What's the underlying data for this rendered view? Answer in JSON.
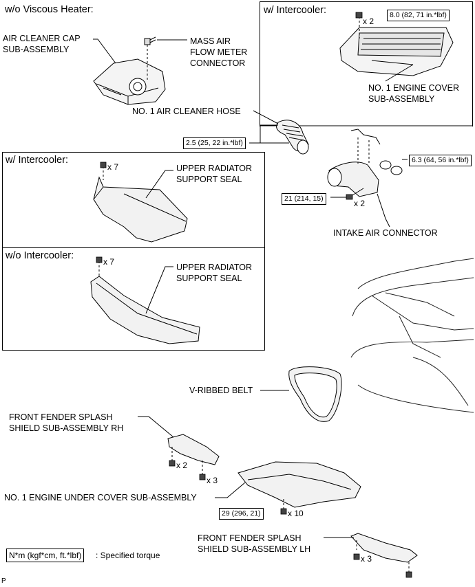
{
  "headers": {
    "wo_viscous_heater": "w/o Viscous Heater:",
    "w_intercooler_top": "w/ Intercooler:",
    "w_intercooler_panel": "w/ Intercooler:",
    "wo_intercooler_panel": "w/o Intercooler:"
  },
  "labels": {
    "air_cleaner_cap_1": "AIR CLEANER CAP",
    "air_cleaner_cap_2": "SUB-ASSEMBLY",
    "mass_air_1": "MASS AIR",
    "mass_air_2": "FLOW METER",
    "mass_air_3": "CONNECTOR",
    "engine_cover_1": "NO. 1 ENGINE COVER",
    "engine_cover_2": "SUB-ASSEMBLY",
    "air_cleaner_hose": "NO. 1 AIR CLEANER HOSE",
    "upper_rad_seal_a1": "UPPER RADIATOR",
    "upper_rad_seal_a2": "SUPPORT SEAL",
    "upper_rad_seal_b1": "UPPER RADIATOR",
    "upper_rad_seal_b2": "SUPPORT SEAL",
    "intake_air_connector": "INTAKE AIR CONNECTOR",
    "v_ribbed_belt": "V-RIBBED BELT",
    "fender_rh_1": "FRONT FENDER SPLASH",
    "fender_rh_2": "SHIELD SUB-ASSEMBLY RH",
    "under_cover": "NO. 1 ENGINE UNDER COVER SUB-ASSEMBLY",
    "fender_lh_1": "FRONT FENDER SPLASH",
    "fender_lh_2": "SHIELD SUB-ASSEMBLY LH",
    "legend_text": ": Specified torque",
    "page_marker": "P"
  },
  "torques": {
    "engine_cover": "8.0 (82, 71 in.*lbf)",
    "air_hose": "2.5 (25, 22 in.*lbf)",
    "intake_clamp": "6.3 (64, 56 in.*lbf)",
    "intake_bolt": "21 (214, 15)",
    "under_cover": "29 (296, 21)",
    "legend_box": "N*m (kgf*cm, ft.*lbf)"
  },
  "quantities": {
    "engine_cover_nuts": "x 2",
    "seal_w_clips": "x 7",
    "seal_wo_clips": "x 7",
    "intake_bolts": "x 2",
    "fender_rh_a": "x 2",
    "fender_rh_b": "x 3",
    "under_cover_bolts": "x 10",
    "fender_lh": "x 3"
  }
}
